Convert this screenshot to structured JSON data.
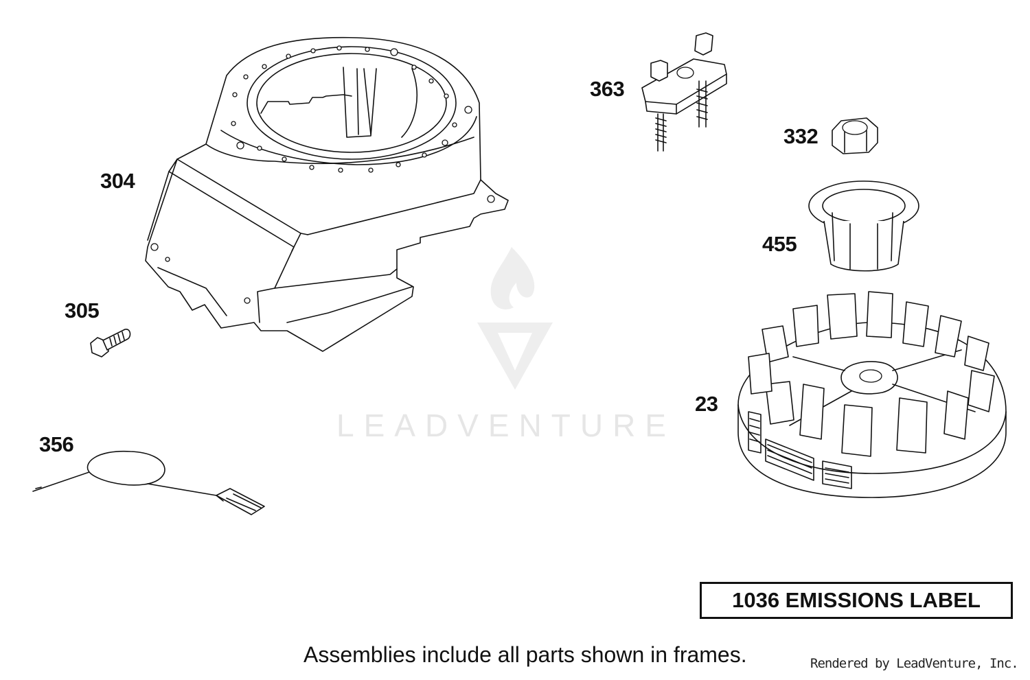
{
  "callouts": {
    "p304": "304",
    "p305": "305",
    "p356": "356",
    "p363": "363",
    "p332": "332",
    "p455": "455",
    "p23": "23"
  },
  "frame_label": "1036 EMISSIONS LABEL",
  "footer_note": "Assemblies include all parts shown in frames.",
  "credit": "Rendered by LeadVenture, Inc.",
  "watermark_text": "LEADVENTURE",
  "colors": {
    "line": "#111111",
    "background": "#ffffff",
    "watermark": "#e6e6e6"
  }
}
